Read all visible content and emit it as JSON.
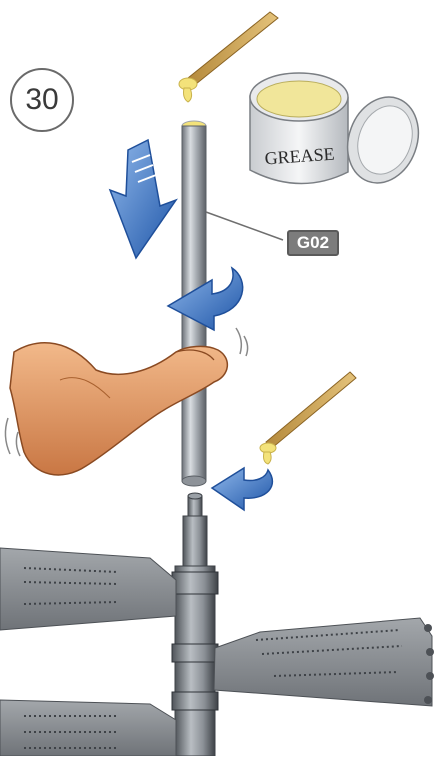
{
  "step": {
    "number": "30"
  },
  "grease_can": {
    "label": "GREASE"
  },
  "part": {
    "code": "G02"
  },
  "colors": {
    "arrow_blue": "#2f6fc4",
    "pole_gray": "#a8adb3",
    "grease_yellow": "#f0e08a",
    "skin": "#e7a06a",
    "step_plate": "#8a8d91"
  },
  "icons": [
    "down-arrow-icon",
    "rotate-arrow-icon",
    "grease-brush-icon",
    "grease-can-icon",
    "arm-icon"
  ]
}
